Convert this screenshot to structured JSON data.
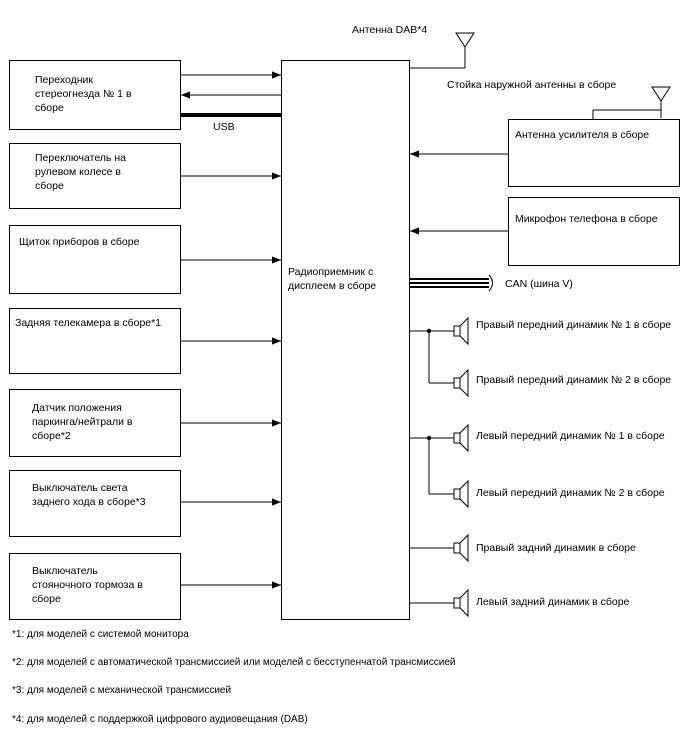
{
  "center": {
    "label": "Радиоприемник с\nдисплеем в сборе"
  },
  "left_boxes": [
    {
      "label": "Переходник\nстереогнезда № 1 в\nсборе"
    },
    {
      "label": "Переключатель на\nрулевом колесе в\nсборе"
    },
    {
      "label": "Щиток приборов в сборе"
    },
    {
      "label": "Задняя телекамера в сборе*1"
    },
    {
      "label": "Датчик положения\nпаркинга/нейтрали в\nсборе*2"
    },
    {
      "label": "Выключатель света\nзаднего хода в сборе*3"
    },
    {
      "label": "Выключатель\nстояночного тормоза в\nсборе"
    }
  ],
  "usb_label": "USB",
  "antenna_dab": "Антенна DAB*4",
  "outer_antenna": "Стойка наружной антенны в сборе",
  "right_boxes": [
    {
      "label": "Антенна усилителя в сборе"
    },
    {
      "label": "Микрофон телефона в сборе"
    }
  ],
  "can_label": "CAN (шина V)",
  "speakers": [
    {
      "label": "Правый передний динамик № 1 в сборе"
    },
    {
      "label": "Правый передний динамик № 2 в сборе"
    },
    {
      "label": "Левый передний динамик № 1 в сборе"
    },
    {
      "label": "Левый передний динамик № 2 в сборе"
    },
    {
      "label": "Правый задний динамик в сборе"
    },
    {
      "label": "Левый задний динамик в сборе"
    }
  ],
  "notes": [
    "*1: для моделей с системой монитора",
    "*2: для моделей с автоматической трансмиссией или моделей с бесступенчатой трансмиссией",
    "*3: для моделей с механической трансмиссией",
    "*4: для моделей с поддержкой цифрового аудиовещания (DAB)"
  ]
}
